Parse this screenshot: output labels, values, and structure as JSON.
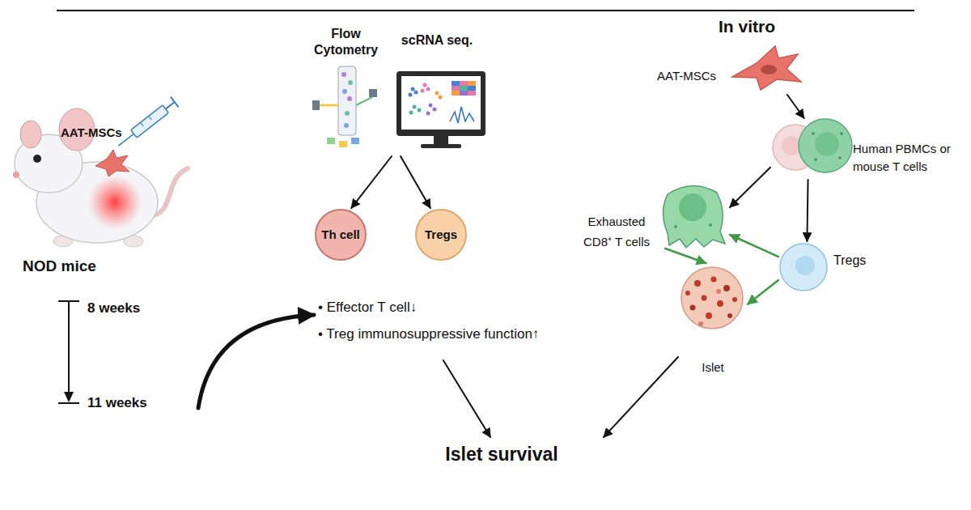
{
  "diagram": {
    "nodes": [
      {
        "text": [
          "AAT-MSCs",
          "NOD mice"
        ]
      },
      {
        "text": [
          "Flow Cytometry",
          "scRNA seq."
        ]
      },
      {
        "text": [
          "Th cell"
        ]
      },
      {
        "text": [
          "Tregs"
        ]
      },
      {
        "text": [
          "• Effector T cell↓",
          "• Treg immunosuppressive function↑"
        ]
      },
      {
        "text": [
          "Islet survival"
        ]
      },
      {
        "text": [
          "AAT-MSCs"
        ]
      },
      {
        "text": [
          "Human PBMCs or mouse T cells"
        ]
      },
      {
        "text": [
          "Exhausted CD8⁺ T cells"
        ]
      },
      {
        "text": [
          "Tregs"
        ]
      },
      {
        "text": [
          "Islet"
        ]
      }
    ],
    "edges": [
      {
        "from": 0,
        "to": 4,
        "arrow": "to"
      },
      {
        "from": 1,
        "to": 2,
        "arrow": "to"
      },
      {
        "from": 1,
        "to": 3,
        "arrow": "to"
      },
      {
        "from": 4,
        "to": 5,
        "arrow": "to"
      },
      {
        "from": 6,
        "to": 7,
        "arrow": "to"
      },
      {
        "from": 7,
        "to": 8,
        "arrow": "to"
      },
      {
        "from": 7,
        "to": 9,
        "arrow": "to"
      },
      {
        "from": 9,
        "to": 8,
        "arrow": "to"
      },
      {
        "from": 8,
        "to": 10,
        "arrow": "to"
      },
      {
        "from": 9,
        "to": 10,
        "arrow": "to"
      },
      {
        "from": 10,
        "to": 5,
        "arrow": "to"
      }
    ],
    "labels": [
      "8 weeks",
      "11 weeks",
      "In vitro"
    ]
  }
}
